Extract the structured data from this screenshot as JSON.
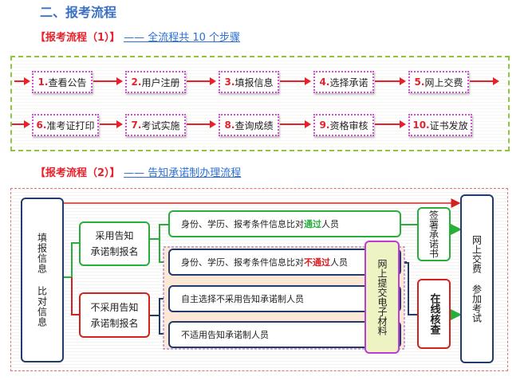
{
  "section_title": "二、报考流程",
  "flow1": {
    "heading_left": "【报考流程（1）】",
    "heading_right": "—— 全流程共 10 个步骤",
    "steps": [
      {
        "num": "1.",
        "label": "查看公告"
      },
      {
        "num": "2.",
        "label": "用户注册"
      },
      {
        "num": "3.",
        "label": "填报信息"
      },
      {
        "num": "4.",
        "label": "选择承诺"
      },
      {
        "num": "5.",
        "label": "网上交费"
      },
      {
        "num": "6.",
        "label": "准考证打印"
      },
      {
        "num": "7.",
        "label": "考试实施"
      },
      {
        "num": "8.",
        "label": "查询成绩"
      },
      {
        "num": "9.",
        "label": "资格审核"
      },
      {
        "num": "10.",
        "label": "证书发放"
      }
    ]
  },
  "flow2": {
    "heading_left": "【报考流程（2）】",
    "heading_right": "—— 告知承诺制办理流程",
    "start_box": "填报信息 比对信息",
    "commit_box_line1": "采用告知",
    "commit_box_line2": "承诺制报名",
    "nocommit_box_line1": "不采用告知",
    "nocommit_box_line2": "承诺制报名",
    "pass_row_prefix": "身份、学历、报考条件信息比对",
    "pass_row_highlight": "通过",
    "pass_row_suffix": "人员",
    "fail_row_prefix": "身份、学历、报考条件信息比对",
    "fail_row_highlight": "不通过",
    "fail_row_suffix": "人员",
    "self_choice_row": "自主选择不采用告知承诺制人员",
    "not_applicable_row": "不适用告知承诺制人员",
    "submit_materials": "网上提交电子材料",
    "sign_commitment": "签署承诺书",
    "online_review": "在线核查",
    "final_box": "网上交费 参加考试",
    "colors": {
      "green": "#27ae3b",
      "red": "#d62020",
      "navy": "#1f3b6f",
      "purple": "#c03bd1"
    }
  }
}
